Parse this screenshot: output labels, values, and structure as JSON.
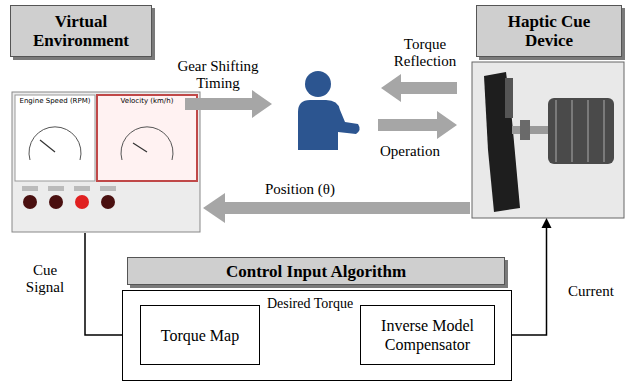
{
  "diagram": {
    "nodes": [
      {
        "text": [
          "Virtual Environment"
        ]
      },
      {
        "text": [
          "Haptic Cue Device"
        ]
      },
      {
        "text": [
          "Control Input Algorithm"
        ]
      },
      {
        "text": [
          "Torque Map"
        ],
        "in": 2
      },
      {
        "text": [
          "Inverse Model Compensator"
        ],
        "in": 2
      }
    ],
    "edges": [
      {
        "from": 0,
        "to": 3,
        "label": "Cue Signal",
        "arrow": "to"
      },
      {
        "from": 3,
        "to": 4,
        "label": "Desired Torque",
        "arrow": "to"
      },
      {
        "from": 4,
        "to": 1,
        "label": "Current",
        "arrow": "to"
      },
      {
        "from": 1,
        "to": 0,
        "label": "Position (θ)",
        "arrow": "to"
      }
    ],
    "labels": [
      "Engine Speed (RPM)",
      "Velocity (km/h)",
      "Gear Shifting Timing",
      "Torque Reflection",
      "Operation"
    ]
  }
}
